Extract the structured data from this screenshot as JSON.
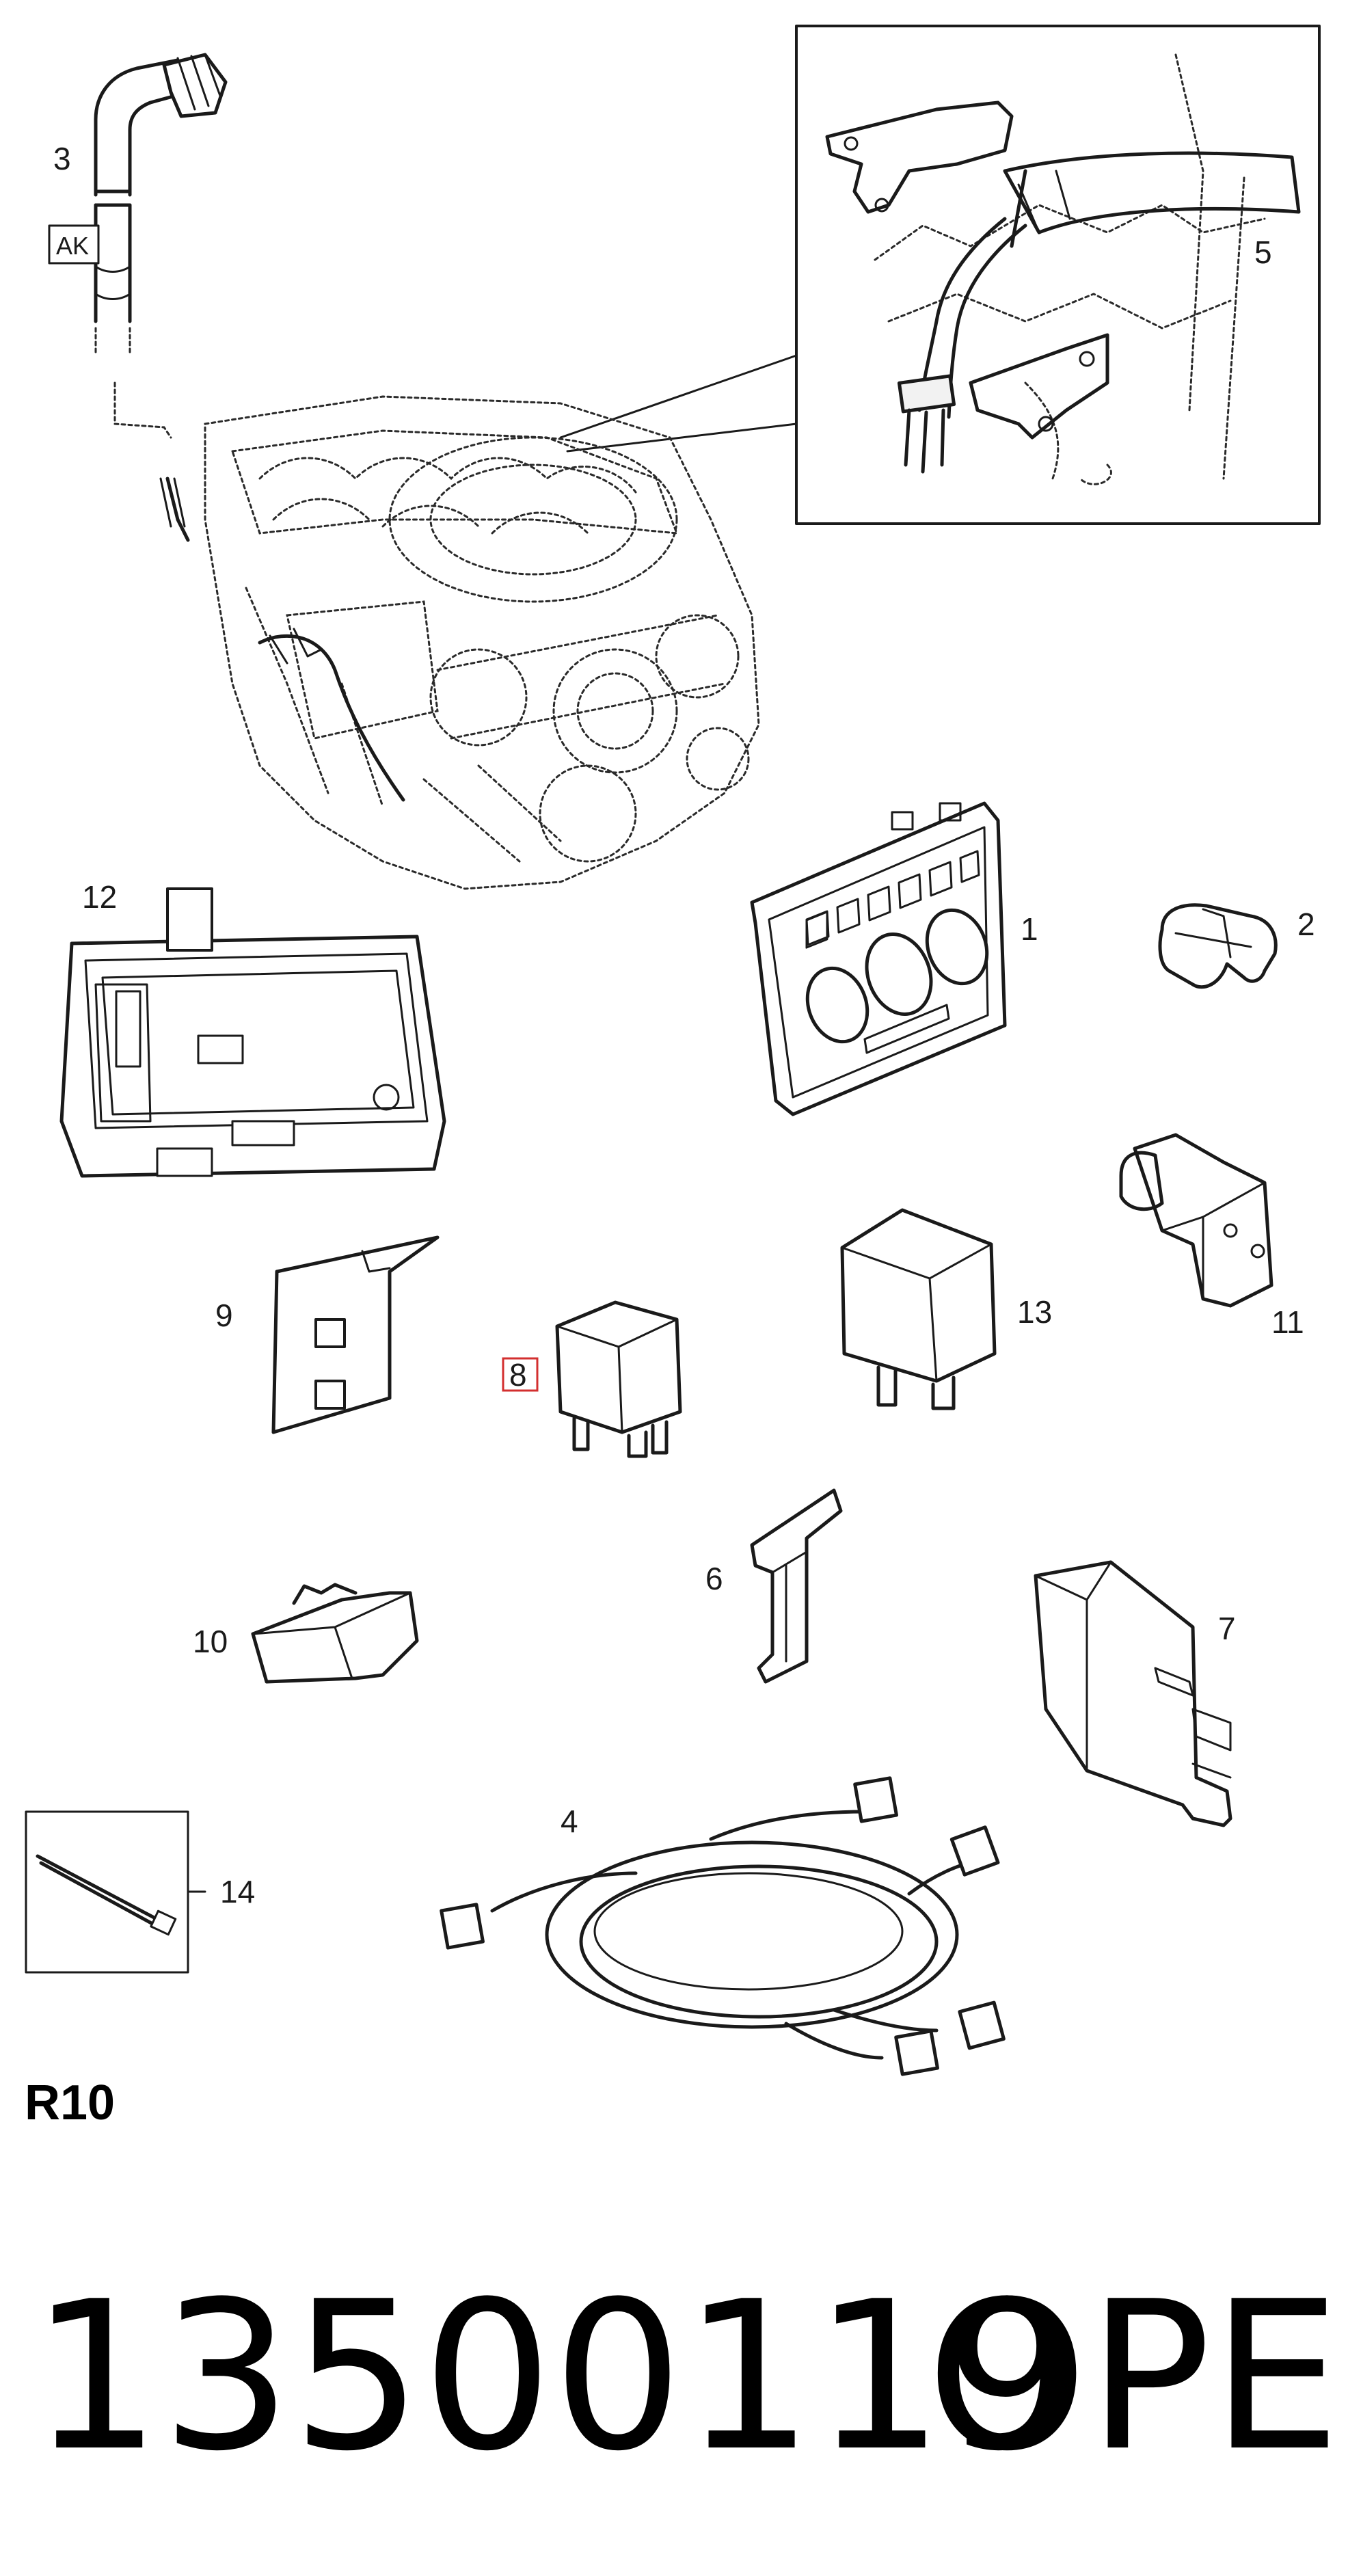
{
  "callouts": {
    "c1": "1",
    "c2": "2",
    "c3": "3",
    "c4": "4",
    "c5": "5",
    "c6": "6",
    "c7": "7",
    "c8": "8",
    "c9": "9",
    "c10": "10",
    "c11": "11",
    "c12": "12",
    "c13": "13",
    "c14": "14"
  },
  "tag_text": "AK",
  "highlight_color": "#d32f2f",
  "section_code": "R10",
  "part_number": "13500119",
  "brand": "OPEL"
}
